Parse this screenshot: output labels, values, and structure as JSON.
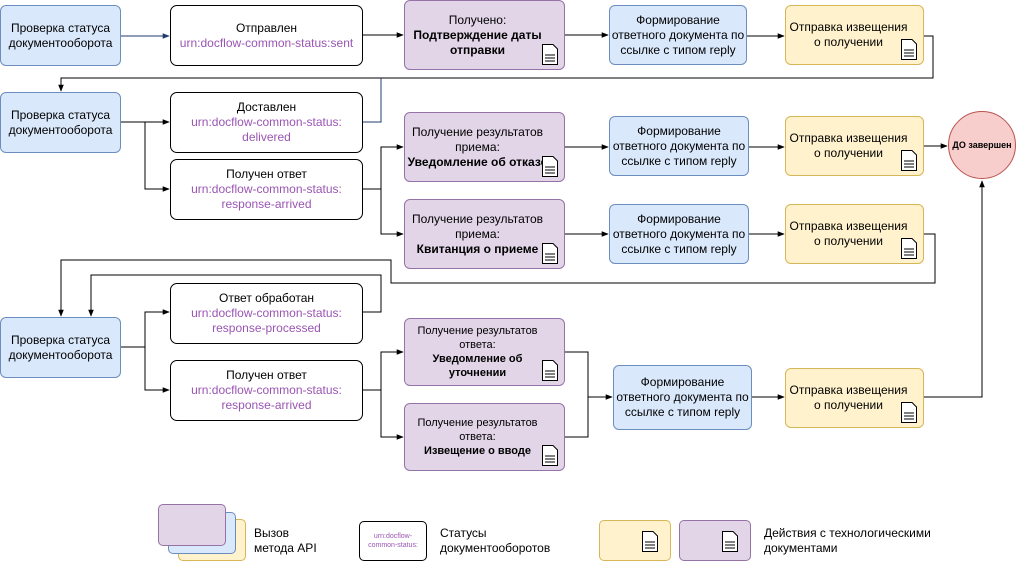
{
  "nodes": {
    "check_status": "Проверка статуса документооборота",
    "formation": "Формирование ответного документа по ссылке с типом reply",
    "notify": "Отправка извещения о получении",
    "end": "ДО завершен"
  },
  "statuses": {
    "sent": {
      "label": "Отправлен",
      "urn": "urn:docflow-common-status:sent"
    },
    "delivered": {
      "label": "Доставлен",
      "urn": "urn:docflow-common-status: delivered"
    },
    "response_arrived": {
      "label": "Получен ответ",
      "urn": "urn:docflow-common-status: response-arrived"
    },
    "response_processed": {
      "label": "Ответ обработан",
      "urn": "urn:docflow-common-status: response-processed"
    }
  },
  "actions": {
    "received_prefix": "Получено:",
    "received_bold": "Подтверждение даты отправки",
    "reception_prefix": "Получение результатов приема:",
    "rejection_bold": "Уведомление об отказе",
    "receipt_bold": "Квитанция о приеме",
    "answer_prefix": "Получение результатов ответа:",
    "clarification_bold": "Уведомление об уточнении",
    "input_bold": "Извещение о вводе"
  },
  "legend": {
    "api_call": "Вызов метода API",
    "statuses_caption": "Статусы документооборотов",
    "status_sample": "urn:docflow-common-status:",
    "tech_docs": "Действия с технологическими документами"
  },
  "colors": {
    "blue_fill": "#dae8fc",
    "purple_fill": "#e1d5e7",
    "yellow_fill": "#fff2cc",
    "end_fill": "#f8cecc",
    "urn_text": "#9a55b3"
  },
  "icons": {
    "document": "document-icon",
    "arrow": "arrow-head"
  }
}
